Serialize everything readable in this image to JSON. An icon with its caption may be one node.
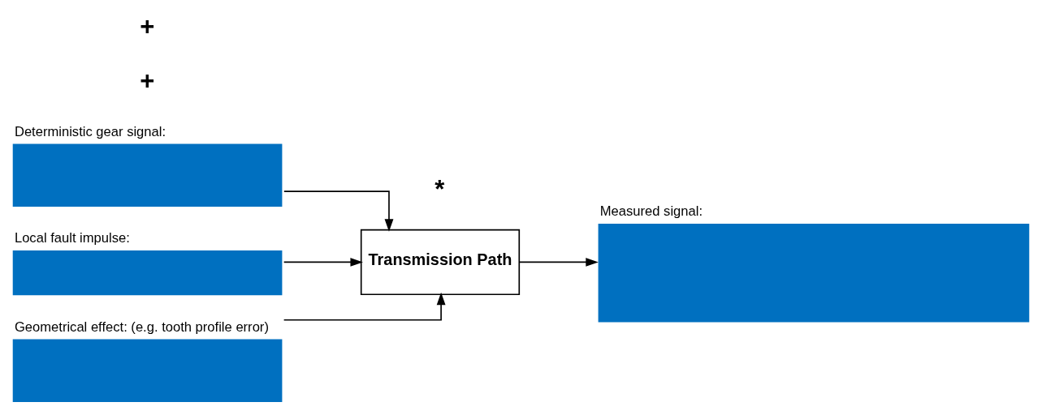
{
  "diagram": {
    "nodes": [
      {
        "text": [
          "Deterministic gear signal:"
        ]
      },
      {
        "text": [
          "Local fault impulse:"
        ]
      },
      {
        "text": [
          "Geometrical effect: (e.g. tooth profile error)"
        ]
      },
      {
        "text": [
          "Transmission Path"
        ]
      },
      {
        "text": [
          "Measured signal:"
        ]
      }
    ],
    "edges": [
      {
        "from": 0,
        "to": 3,
        "arrow": "to"
      },
      {
        "from": 1,
        "to": 3,
        "arrow": "to"
      },
      {
        "from": 2,
        "to": 3,
        "arrow": "to"
      },
      {
        "from": 3,
        "to": 4,
        "arrow": "to"
      }
    ],
    "labels": [
      "+",
      "+",
      "*"
    ]
  }
}
